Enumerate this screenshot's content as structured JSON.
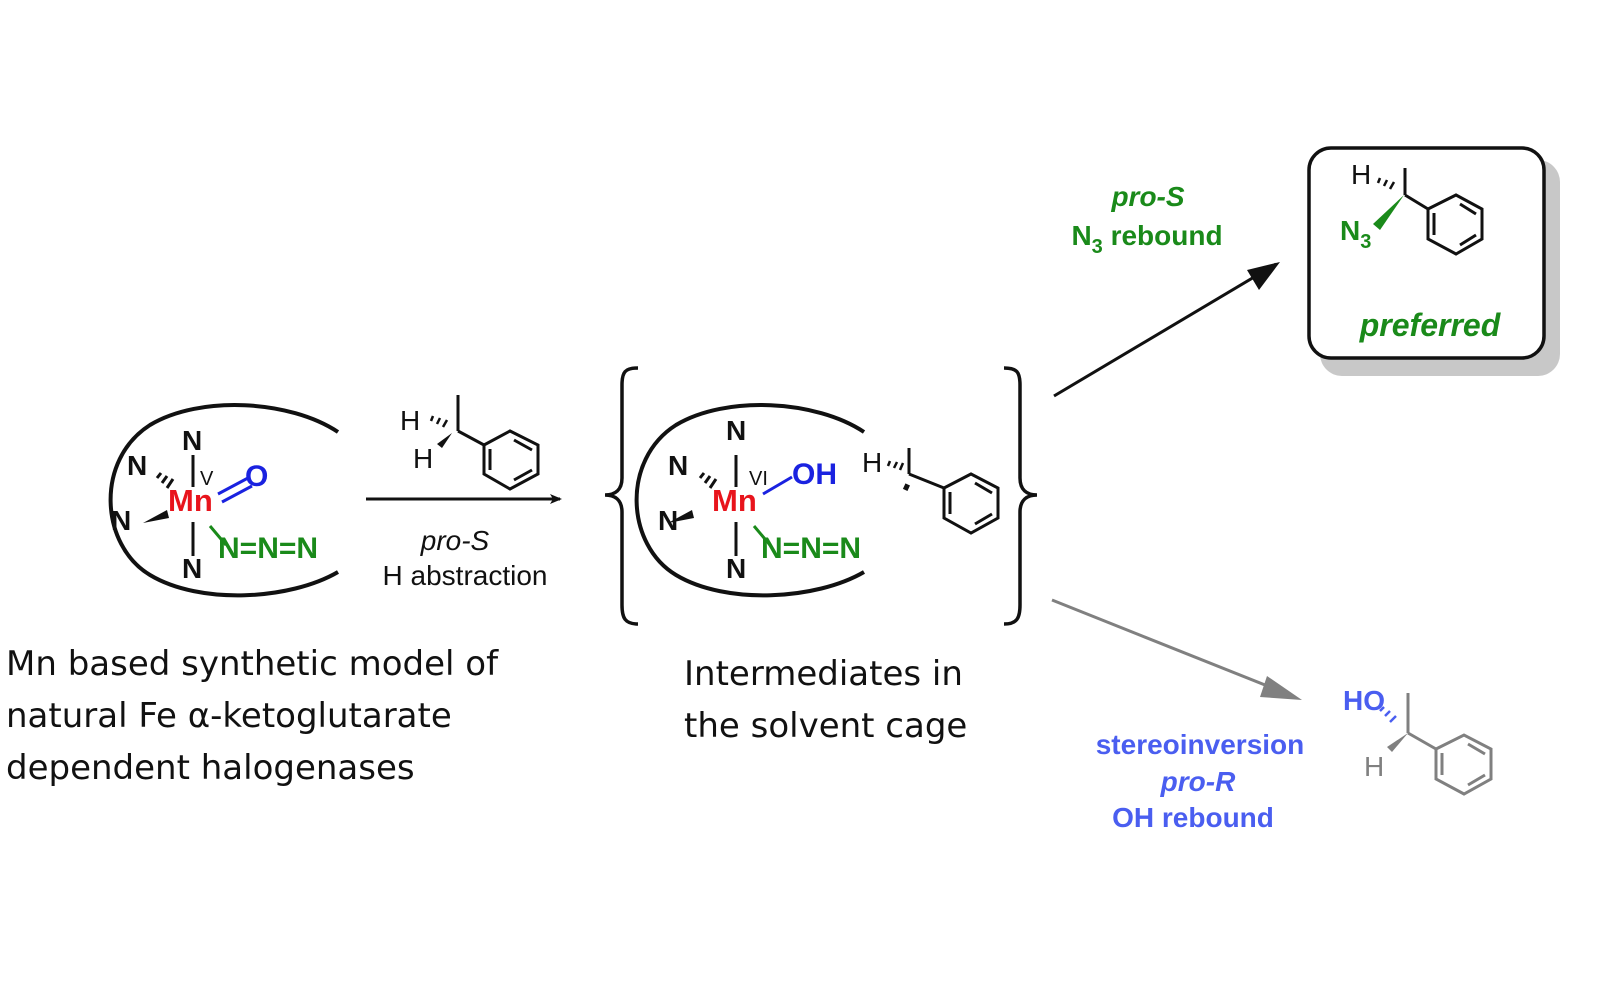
{
  "colors": {
    "black": "#111111",
    "mn_red": "#e8141c",
    "oxo_blue": "#1a22e0",
    "azide_green": "#1a8a1a",
    "pathway_blue": "#4a5ef0",
    "grey": "#808080"
  },
  "reactant_complex": {
    "metal": "Mn",
    "oxidation_state": "V",
    "oxo": "O",
    "ligand_atoms": [
      "N",
      "N",
      "N",
      "N"
    ],
    "azide": [
      "N",
      "=",
      "N",
      "=",
      "N"
    ],
    "caption": [
      "Mn based synthetic model of",
      "natural Fe α-ketoglutarate",
      "dependent halogenases"
    ]
  },
  "step1": {
    "substrate_h1": "H",
    "substrate_h2": "H",
    "label_italic": "pro-S",
    "label": "H abstraction"
  },
  "intermediate": {
    "metal": "Mn",
    "oxidation_state": "VI",
    "hydroxo": "OH",
    "ligand_atoms": [
      "N",
      "N",
      "N",
      "N"
    ],
    "azide": [
      "N",
      "=",
      "N",
      "=",
      "N"
    ],
    "radical_h": "H",
    "caption": [
      "Intermediates in",
      "the solvent cage"
    ]
  },
  "pathway_top": {
    "label_italic": "pro-S",
    "label_main": "N",
    "label_sub": "3",
    "label_rest": " rebound",
    "product_h": "H",
    "product_group": "N",
    "product_group_sub": "3",
    "box_label": "preferred"
  },
  "pathway_bottom": {
    "label1": "stereoinversion",
    "label2": "pro-R",
    "label3": "OH rebound",
    "product_group": "HO",
    "product_h": "H"
  }
}
